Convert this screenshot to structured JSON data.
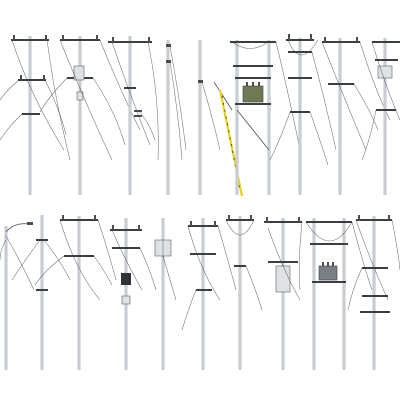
{
  "scene": {
    "background": "#ffffff",
    "pole_color": "#c9cdd2",
    "hardware_color": "#3a3d42",
    "transformer_color": "#6f7a55",
    "accent_yellow": "#e8d21b",
    "rows": [
      {
        "name": "top-row",
        "poles": [
          {
            "name": "pole-crossarms-1"
          },
          {
            "name": "pole-crossarms-2"
          },
          {
            "name": "pole-single-arm-1"
          },
          {
            "name": "pole-plain-1"
          },
          {
            "name": "pole-plain-2"
          },
          {
            "name": "pole-h-frame-transformer"
          },
          {
            "name": "pole-tall-insulators"
          },
          {
            "name": "pole-crossarms-3"
          },
          {
            "name": "pole-crossarms-4"
          }
        ]
      },
      {
        "name": "bottom-row",
        "poles": [
          {
            "name": "pole-lamp-arm"
          },
          {
            "name": "pole-short-arms"
          },
          {
            "name": "pole-crossarm-wires"
          },
          {
            "name": "pole-transformer-box"
          },
          {
            "name": "pole-meter-box"
          },
          {
            "name": "pole-crossarms-5"
          },
          {
            "name": "pole-tee-arm"
          },
          {
            "name": "pole-cabinet"
          },
          {
            "name": "pole-h-frame-transformer-2"
          },
          {
            "name": "pole-crossarms-6"
          }
        ]
      }
    ]
  }
}
